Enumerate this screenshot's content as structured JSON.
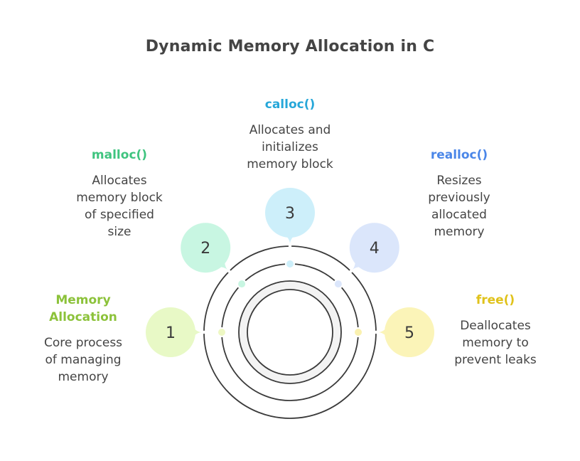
{
  "title": "Dynamic Memory Allocation in C",
  "items": [
    {
      "number": "1",
      "heading": "Memory Allocation",
      "heading_lines": [
        "Memory",
        "Allocation"
      ],
      "description_lines": [
        "Core process",
        "of managing",
        "memory"
      ],
      "heading_color": "#8cc23a",
      "bubble_color": "#e8f9c6",
      "dot_color": "#eef8c4"
    },
    {
      "number": "2",
      "heading": "malloc()",
      "heading_lines": [
        "malloc()"
      ],
      "description_lines": [
        "Allocates",
        "memory block",
        "of specified",
        "size"
      ],
      "heading_color": "#3fc47f",
      "bubble_color": "#c8f6e2",
      "dot_color": "#c8f6e2"
    },
    {
      "number": "3",
      "heading": "calloc()",
      "heading_lines": [
        "calloc()"
      ],
      "description_lines": [
        "Allocates and",
        "initializes",
        "memory block"
      ],
      "heading_color": "#26a7d9",
      "bubble_color": "#cdeffa",
      "dot_color": "#cdeffa"
    },
    {
      "number": "4",
      "heading": "realloc()",
      "heading_lines": [
        "realloc()"
      ],
      "description_lines": [
        "Resizes",
        "previously",
        "allocated",
        "memory"
      ],
      "heading_color": "#4a86e8",
      "bubble_color": "#dbe6fb",
      "dot_color": "#dbe6fb"
    },
    {
      "number": "5",
      "heading": "free()",
      "heading_lines": [
        "free()"
      ],
      "description_lines": [
        "Deallocates",
        "memory to",
        "prevent leaks"
      ],
      "heading_color": "#e0c21a",
      "bubble_color": "#fbf4b8",
      "dot_color": "#faf1b0"
    }
  ]
}
